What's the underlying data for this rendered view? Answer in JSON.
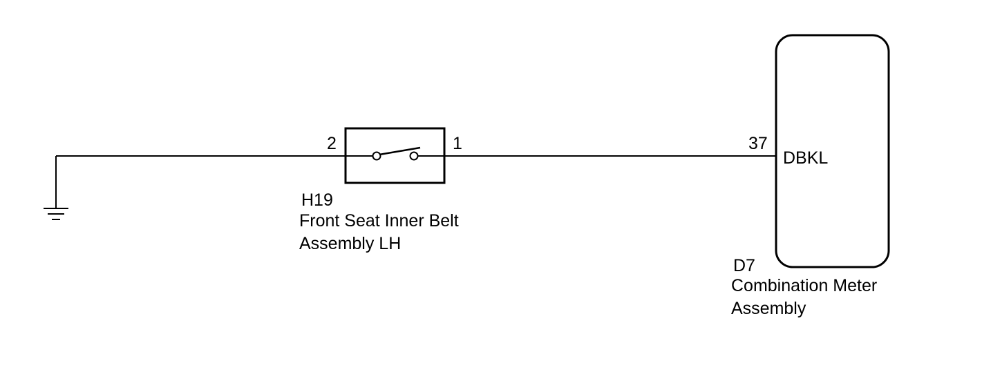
{
  "switch_component": {
    "code": "H19",
    "name_line1": "Front Seat Inner Belt",
    "name_line2": "Assembly LH",
    "pin_left": "2",
    "pin_right": "1"
  },
  "meter_component": {
    "code": "D7",
    "name_line1": "Combination Meter",
    "name_line2": "Assembly",
    "pin": "37",
    "terminal": "DBKL"
  }
}
